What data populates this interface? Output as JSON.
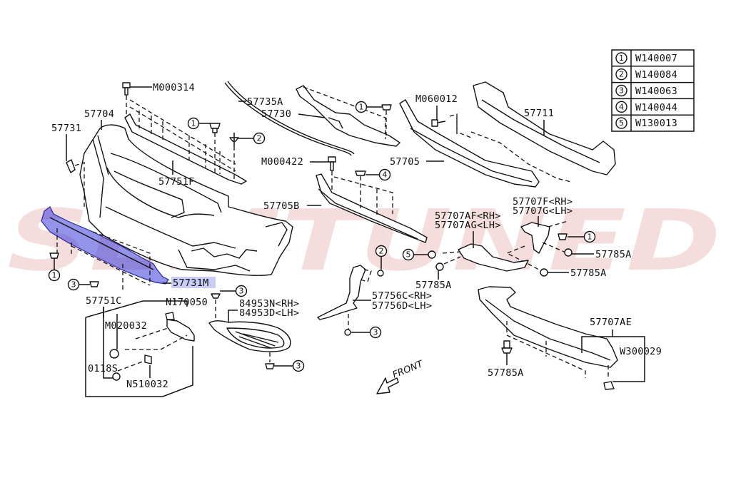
{
  "diagram": {
    "title": "Front Bumper Assembly Parts Diagram",
    "watermark_text": "SEMTUNED",
    "watermark_color": "#e8b4b4",
    "highlight_color": "#3a3ad8",
    "highlighted_part": "57731M",
    "legend": [
      {
        "num": "1",
        "code": "W140007"
      },
      {
        "num": "2",
        "code": "W140084"
      },
      {
        "num": "3",
        "code": "W140063"
      },
      {
        "num": "4",
        "code": "W140044"
      },
      {
        "num": "5",
        "code": "W130013"
      }
    ],
    "labels": {
      "m000314": "M000314",
      "p57704": "57704",
      "p57731": "57731",
      "p57751f": "57751F",
      "p57735a": "57735A",
      "p57730": "57730",
      "m000422": "M000422",
      "p57705b": "57705B",
      "m060012": "M060012",
      "p57711": "57711",
      "p57705": "57705",
      "p57707f": "57707F<RH>",
      "p57707g": "57707G<LH>",
      "p57707af": "57707AF<RH>",
      "p57707ag": "57707AG<LH>",
      "p57785a_1": "57785A",
      "p57785a_2": "57785A",
      "p57785a_3": "57785A",
      "p57785a_4": "57785A",
      "p57731m": "57731M",
      "p57751c": "57751C",
      "n170050": "N170050",
      "m020032": "M020032",
      "p0118s": "0118S",
      "n510032": "N510032",
      "p84953n": "84953N<RH>",
      "p84953d": "84953D<LH>",
      "p57756c": "57756C<RH>",
      "p57756d": "57756D<LH>",
      "p57707ae": "57707AE",
      "w300029": "W300029",
      "front": "FRONT"
    },
    "callouts": {
      "c1_top": "1",
      "c2_top": "2",
      "c1_57730": "1",
      "c4": "4",
      "c1_bracket": "1",
      "c5": "5",
      "c2_mid": "2",
      "c1_lip": "1",
      "c3_lip": "3",
      "c3_n170050": "3",
      "c3_foglamp": "3",
      "c3_57756": "3"
    }
  }
}
